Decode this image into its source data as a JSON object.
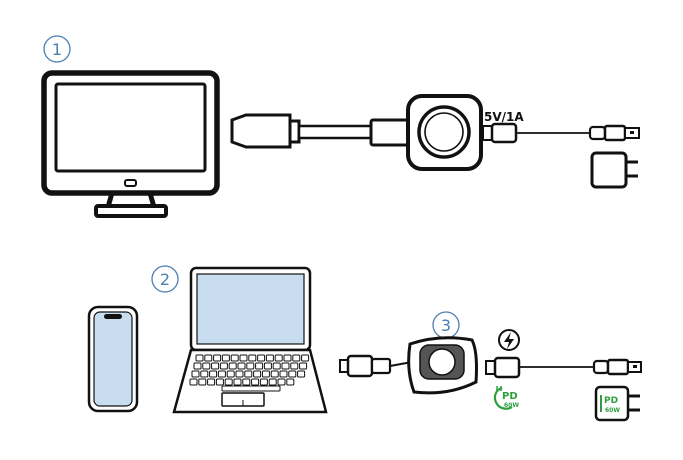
{
  "steps": {
    "one": "1",
    "two": "2",
    "three": "3"
  },
  "labels": {
    "power_spec": "5V/1A",
    "pd_badge_text": "PD",
    "pd_badge_watts": "60W",
    "charger_pd_text": "PD",
    "charger_pd_watts": "60W"
  },
  "icons": {
    "monitor": "monitor-icon",
    "laptop": "laptop-icon",
    "phone": "smartphone-icon",
    "dongle": "wireless-transmitter-icon",
    "charger": "wall-charger-icon",
    "fast_charge": "lightning-bolt-icon"
  },
  "colors": {
    "line": "#111111",
    "step_circle": "#4a7fb0",
    "screen_fill": "#c8ddef",
    "pd_green": "#2e9e3e"
  }
}
